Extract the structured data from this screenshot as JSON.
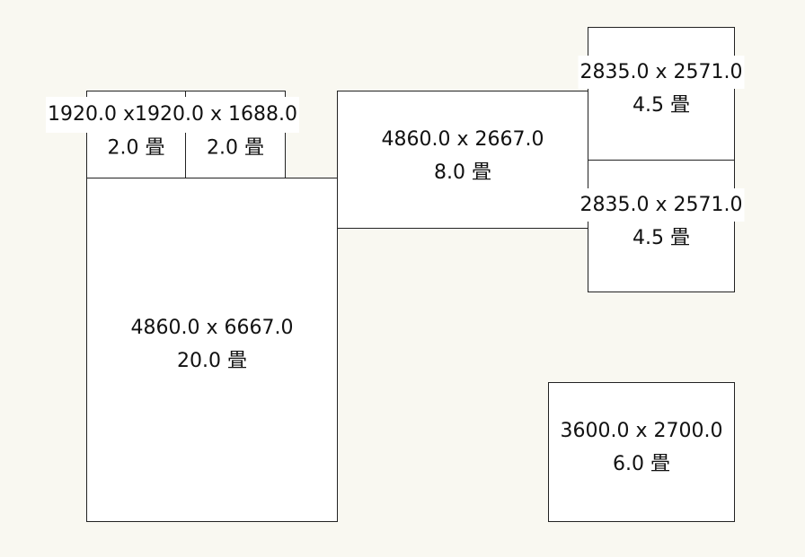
{
  "rooms": [
    {
      "id": "r-big",
      "dims": "4860.0 x 6667.0",
      "area": "20.0 畳"
    },
    {
      "id": "r-s1",
      "dims": "1920.0 x 1920.0",
      "area": "2.0 畳"
    },
    {
      "id": "r-s2",
      "dims": "1920.0 x 1688.0",
      "area": "2.0 畳"
    },
    {
      "id": "r-mid",
      "dims": "4860.0 x 2667.0",
      "area": "8.0 畳"
    },
    {
      "id": "r-tr1",
      "dims": "2835.0 x 2571.0",
      "area": "4.5 畳"
    },
    {
      "id": "r-tr2",
      "dims": "2835.0 x 2571.0",
      "area": "4.5 畳"
    },
    {
      "id": "r-br",
      "dims": "3600.0 x 2700.0",
      "area": "6.0 畳"
    }
  ],
  "overlay": {
    "small_rooms_dims_text": "1920.0 x1920.0 x 1688.0"
  }
}
